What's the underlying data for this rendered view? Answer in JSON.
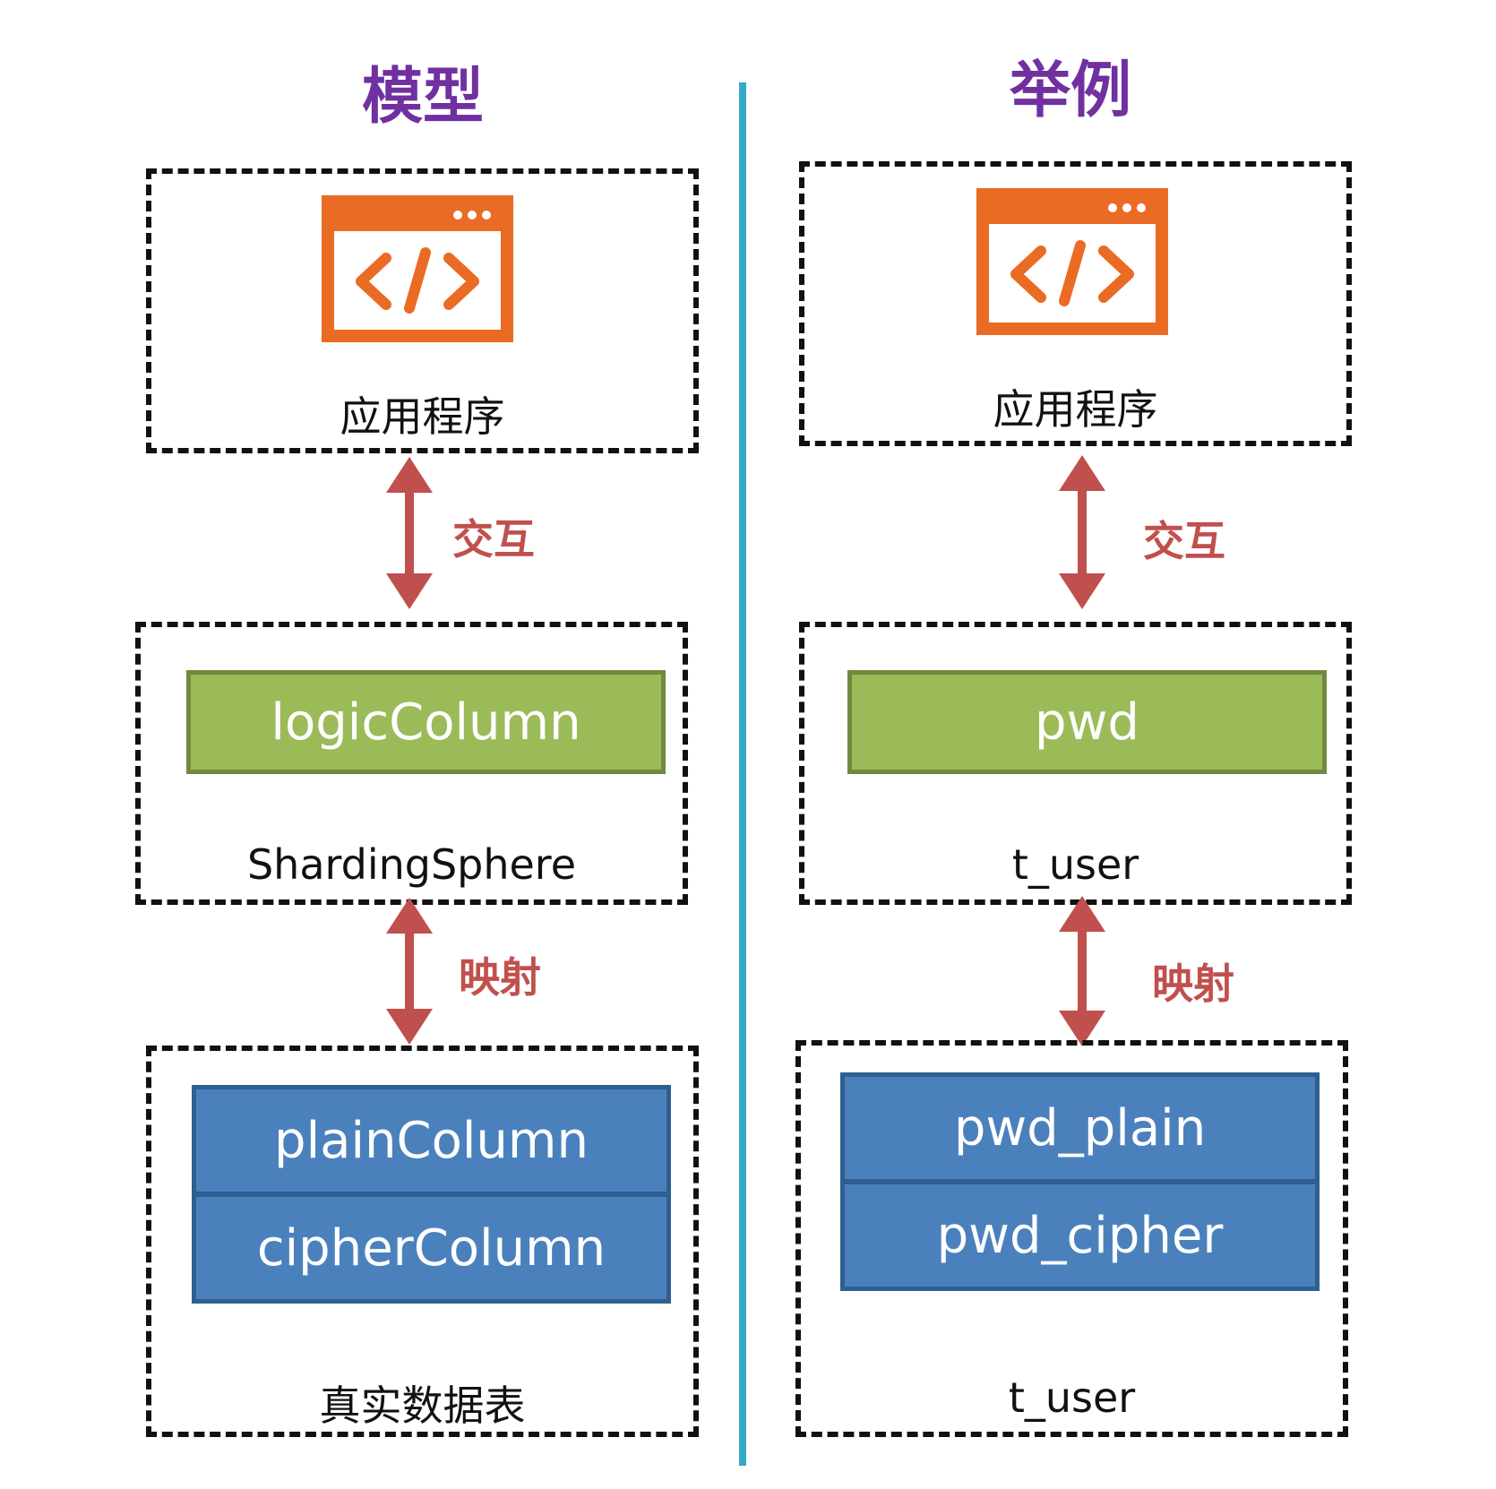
{
  "colors": {
    "title": "#7030a0",
    "arrow": "#c0504d",
    "divider": "#35a8c6",
    "app_icon": "#ea6b23",
    "green": "#9bbb59",
    "blue": "#4a81bd"
  },
  "left": {
    "title": "模型",
    "app_label": "应用程序",
    "interact_label": "交互",
    "logic_box": "logicColumn",
    "middle_caption": "ShardingSphere",
    "map_label": "映射",
    "columns": [
      "plainColumn",
      "cipherColumn"
    ],
    "bottom_caption": "真实数据表"
  },
  "right": {
    "title": "举例",
    "app_label": "应用程序",
    "interact_label": "交互",
    "logic_box": "pwd",
    "middle_caption": "t_user",
    "map_label": "映射",
    "columns": [
      "pwd_plain",
      "pwd_cipher"
    ],
    "bottom_caption": "t_user"
  },
  "icons": [
    "code-window-icon",
    "double-arrow-icon"
  ]
}
